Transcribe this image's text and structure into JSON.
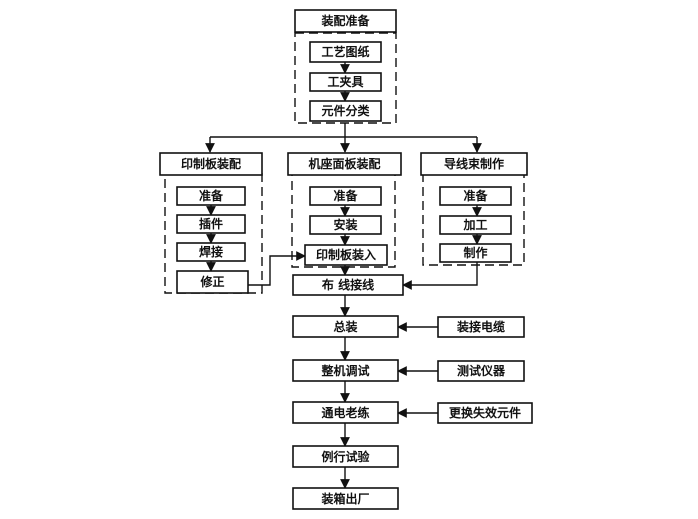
{
  "groups": {
    "prep": "装配准备",
    "pcb": "印制板装配",
    "chassis": "机座面板装配",
    "harness": "导线束制作"
  },
  "nodes": {
    "drawings": "工艺图纸",
    "fixtures": "工夹具",
    "sorting": "元件分类",
    "pcb_prepare": "准备",
    "pcb_insert": "插件",
    "pcb_solder": "焊接",
    "pcb_trim": "修正",
    "ch_prepare": "准备",
    "ch_install": "安装",
    "ch_pcb_mount": "印制板装入",
    "hr_prepare": "准备",
    "hr_process": "加工",
    "hr_make": "制作",
    "wiring": "布 线接线",
    "final_assembly": "总装",
    "tuning": "整机调试",
    "aging": "通电老练",
    "routine_test": "例行试验",
    "shipping": "装箱出厂",
    "cables": "装接电缆",
    "instruments": "测试仪器",
    "replace_parts": "更换失效元件"
  }
}
